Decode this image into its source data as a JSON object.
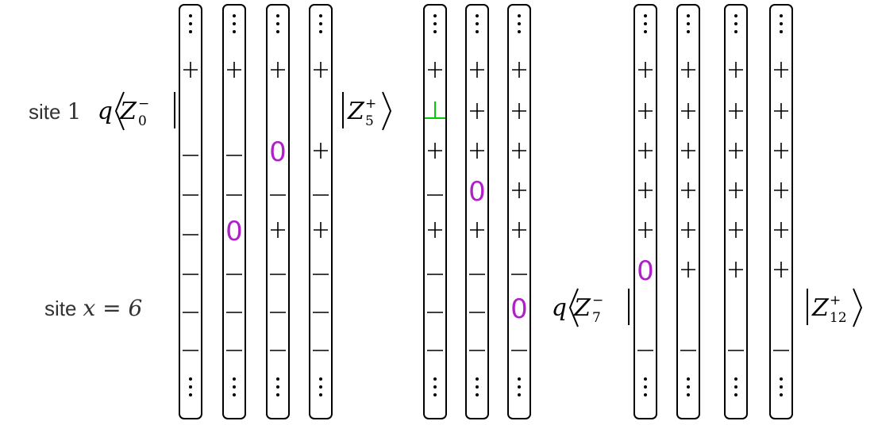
{
  "row_labels": [
    {
      "id": "site-1-label",
      "prefix": "site",
      "math": "1",
      "row": 2
    },
    {
      "id": "site-x-label",
      "prefix": "site",
      "math": "x = 6",
      "row": 7
    }
  ],
  "colors": {
    "stroke": "#000000",
    "zero": "#b020c8",
    "bottom": "#00cc00"
  },
  "groups": [
    {
      "id": "group-1",
      "bra": {
        "coeff": "q",
        "op": "Z",
        "sup": "−",
        "sub": "0",
        "row": 2
      },
      "ket": {
        "op": "Z",
        "sup": "+",
        "sub": "5",
        "row": 2
      },
      "strips": [
        [
          "⋮",
          "+",
          "",
          "−",
          "−",
          "−",
          "−",
          "−",
          "−",
          "⋮"
        ],
        [
          "⋮",
          "+",
          "",
          "−",
          "−",
          "0",
          "−",
          "−",
          "−",
          "⋮"
        ],
        [
          "⋮",
          "+",
          "",
          "0",
          "−",
          "+",
          "−",
          "−",
          "−",
          "⋮"
        ],
        [
          "⋮",
          "+",
          "",
          "+",
          "−",
          "+",
          "−",
          "−",
          "−",
          "⋮"
        ]
      ]
    },
    {
      "id": "group-2",
      "strips": [
        [
          "⋮",
          "+",
          "⊥",
          "+",
          "−",
          "+",
          "−",
          "−",
          "−",
          "⋮"
        ],
        [
          "⋮",
          "+",
          "+",
          "+",
          "0",
          "+",
          "−",
          "−",
          "−",
          "⋮"
        ],
        [
          "⋮",
          "+",
          "+",
          "+",
          "+",
          "+",
          "−",
          "0",
          "−",
          "⋮"
        ]
      ]
    },
    {
      "id": "group-3",
      "bra": {
        "coeff": "q",
        "op": "Z",
        "sup": "−",
        "sub": "7",
        "row": 7
      },
      "ket": {
        "op": "Z",
        "sup": "+",
        "sub": "12",
        "row": 7
      },
      "strips": [
        [
          "⋮",
          "+",
          "+",
          "+",
          "+",
          "+",
          "0",
          "",
          "−",
          "⋮"
        ],
        [
          "⋮",
          "+",
          "+",
          "+",
          "+",
          "+",
          "+",
          "",
          "−",
          "⋮"
        ],
        [
          "⋮",
          "+",
          "+",
          "+",
          "+",
          "+",
          "+",
          "",
          "−",
          "⋮"
        ],
        [
          "⋮",
          "+",
          "+",
          "+",
          "+",
          "+",
          "+",
          "",
          "−",
          "⋮"
        ]
      ]
    }
  ]
}
